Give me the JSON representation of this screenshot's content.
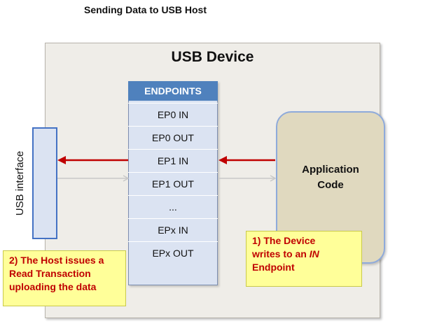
{
  "title": "Sending Data to USB Host",
  "device": {
    "label": "USB Device"
  },
  "endpoints": {
    "header": "ENDPOINTS",
    "rows": [
      "EP0 IN",
      "EP0 OUT",
      "EP1 IN",
      "EP1 OUT",
      "...",
      "EPx IN",
      "EPx OUT"
    ]
  },
  "usb_interface": {
    "label": "USB interface"
  },
  "application": {
    "line1": "Application",
    "line2": "Code"
  },
  "note_device": {
    "line1": "1) The Device",
    "line2_prefix": "writes to an ",
    "line2_em": "IN",
    "line3": "Endpoint"
  },
  "note_host": {
    "line1": "2) The Host issues a",
    "line2": "Read Transaction",
    "line3": "uploading the data"
  },
  "colors": {
    "arrow_active": "#c00000",
    "arrow_inactive": "#c8c8c8",
    "header_blue": "#4f81bd",
    "note_yellow": "#ffff99"
  }
}
